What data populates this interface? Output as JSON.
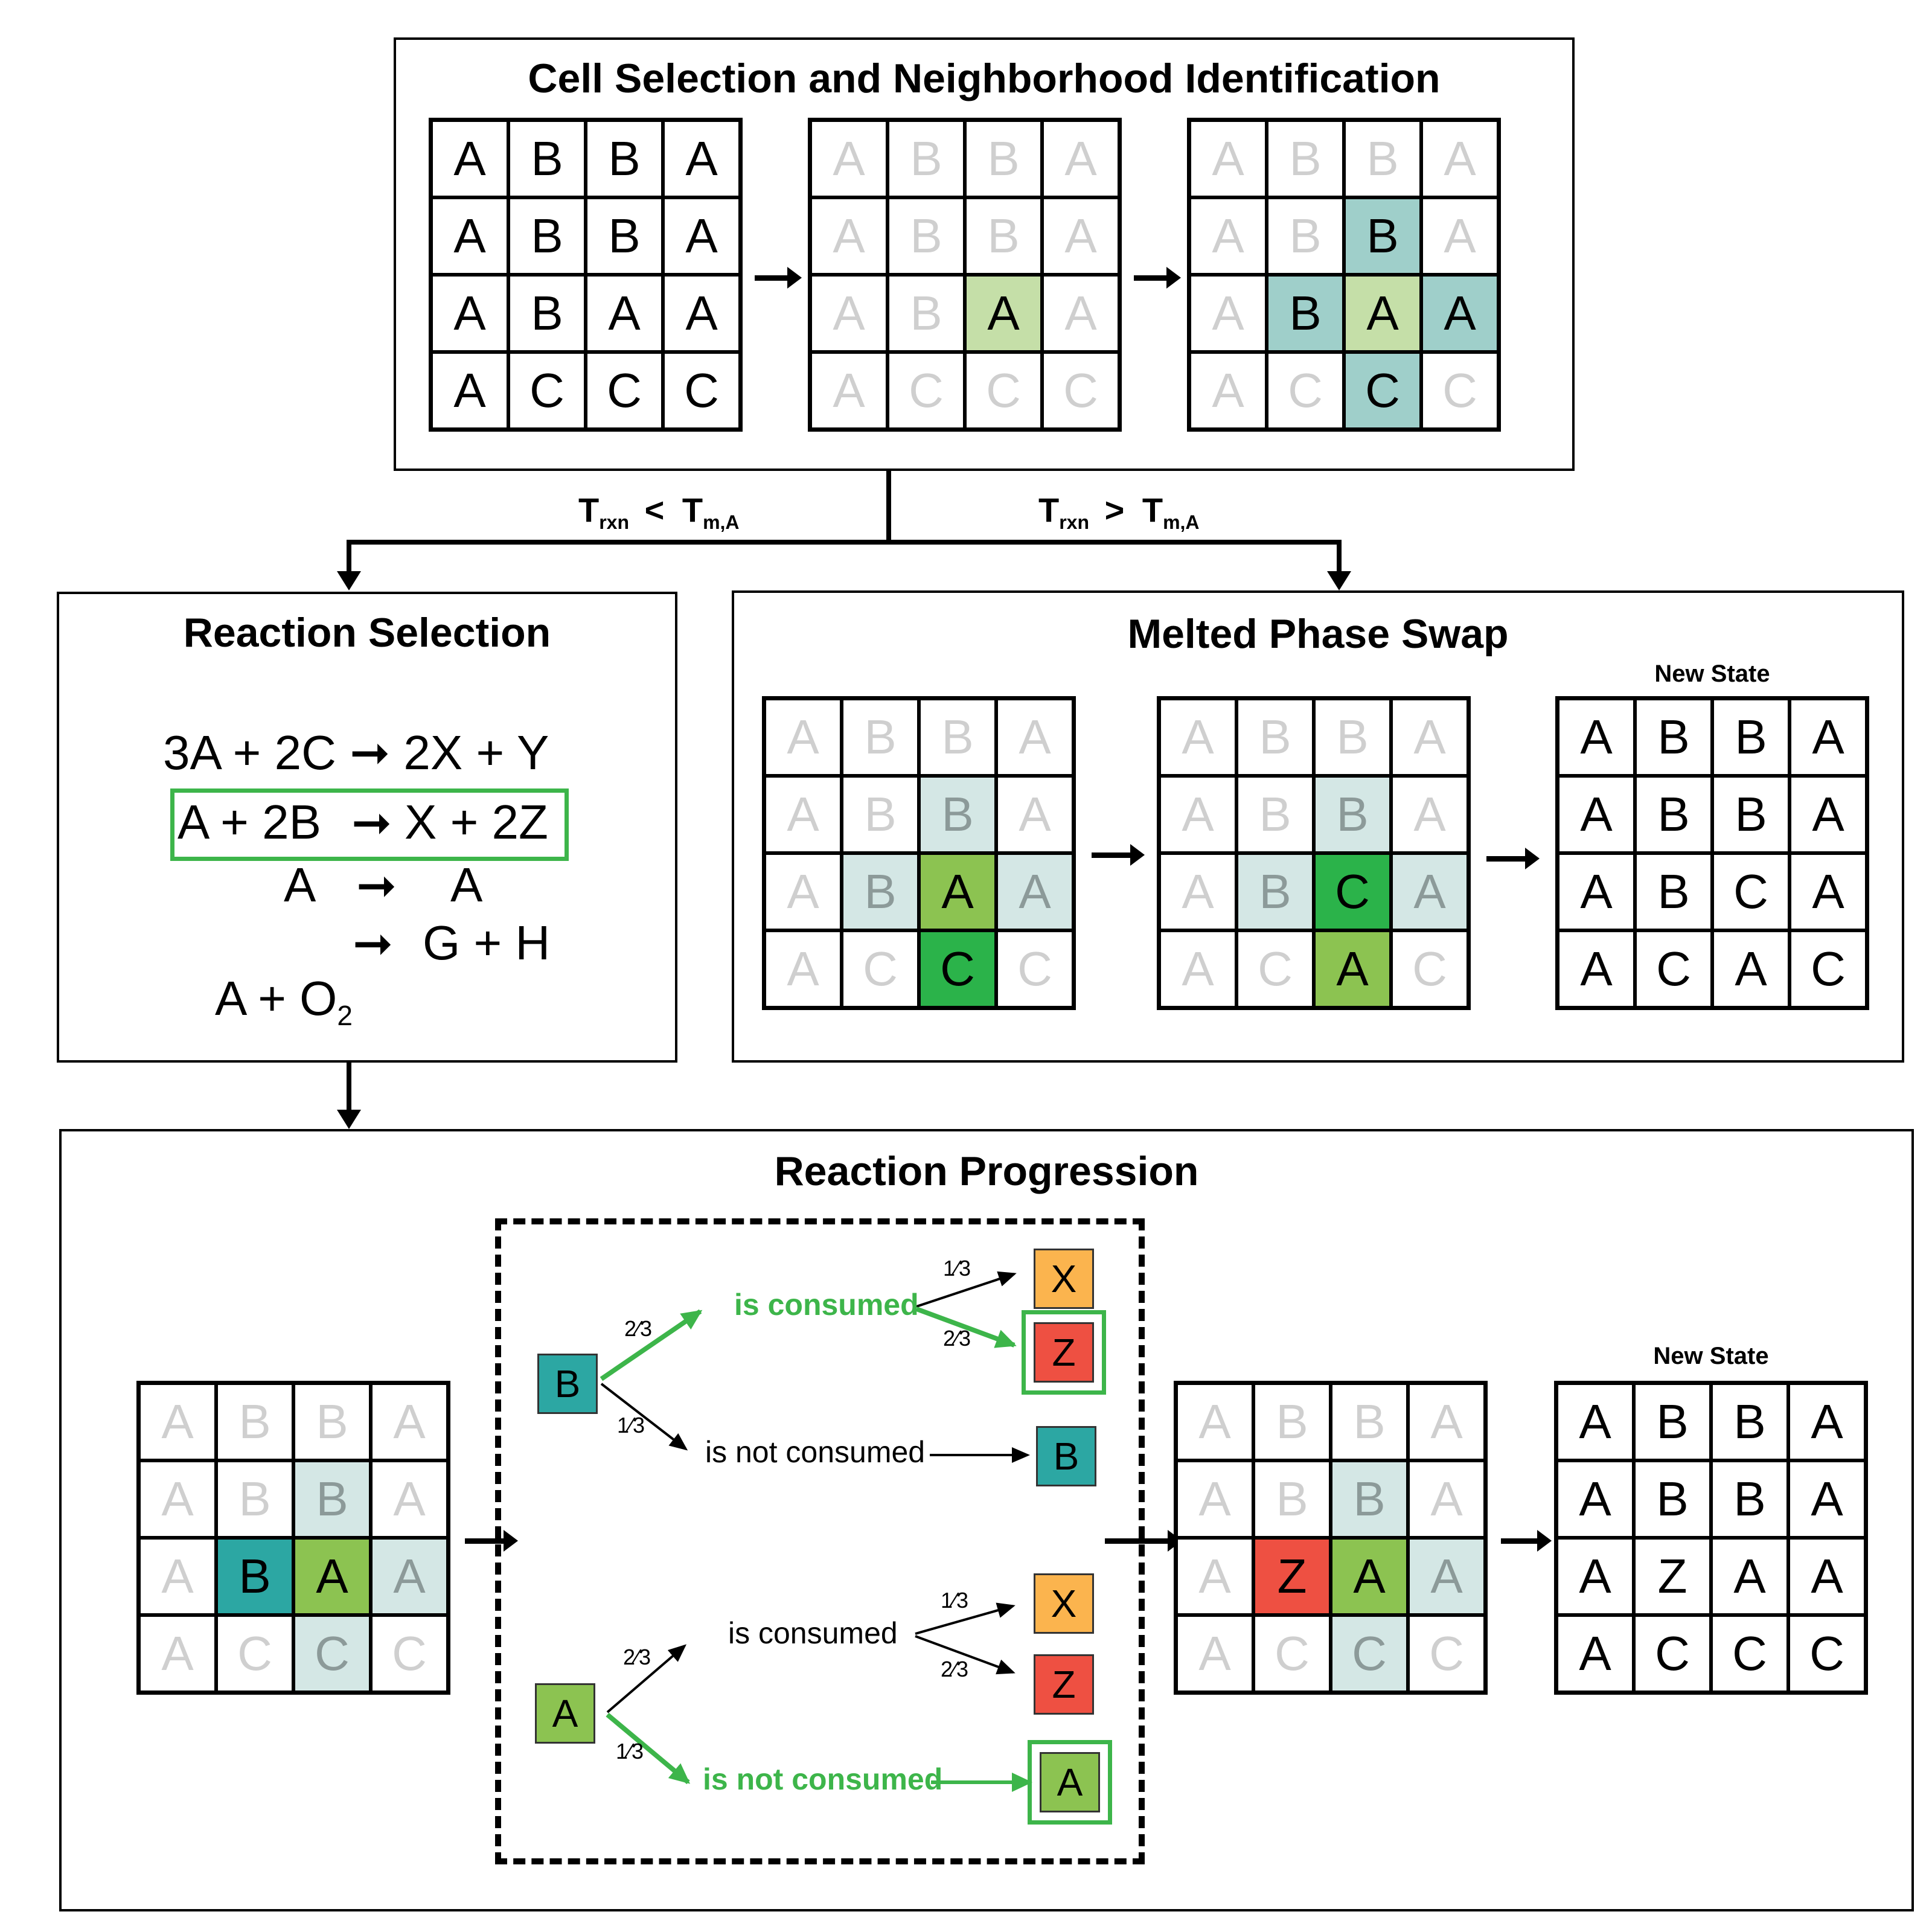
{
  "top_panel": {
    "title": "Cell Selection and Neighborhood Identification",
    "grid1": [
      "A",
      "B",
      "B",
      "A",
      "A",
      "B",
      "B",
      "A",
      "A",
      "B",
      "A",
      "A",
      "A",
      "C",
      "C",
      "C"
    ],
    "grid2": [
      "A",
      "B",
      "B",
      "A",
      "A",
      "B",
      "B",
      "A",
      "A",
      "B",
      "A",
      "A",
      "A",
      "C",
      "C",
      "C"
    ],
    "grid3": [
      "A",
      "B",
      "B",
      "A",
      "A",
      "B",
      "B",
      "A",
      "A",
      "B",
      "A",
      "A",
      "A",
      "C",
      "C",
      "C"
    ]
  },
  "branch": {
    "left_T": "T",
    "left_sub1": "rxn",
    "left_op": "<",
    "left_T2": "T",
    "left_sub2": "m,A",
    "right_T": "T",
    "right_sub1": "rxn",
    "right_op": ">",
    "right_T2": "T",
    "right_sub2": "m,A"
  },
  "reaction_selection": {
    "title": "Reaction Selection",
    "r1": "3A + 2C ➞ 2X + Y",
    "r2_left": "A + 2B",
    "r2_right": "X + 2Z",
    "r3_left": "A",
    "r3_right": "A",
    "r4_left": "A + O",
    "r4_sub": "2",
    "r4_right": "G + H"
  },
  "melted": {
    "title": "Melted Phase Swap",
    "new_state": "New State",
    "grid1": [
      "A",
      "B",
      "B",
      "A",
      "A",
      "B",
      "B",
      "A",
      "A",
      "B",
      "A",
      "A",
      "A",
      "C",
      "C",
      "C"
    ],
    "grid2": [
      "A",
      "B",
      "B",
      "A",
      "A",
      "B",
      "B",
      "A",
      "A",
      "B",
      "C",
      "A",
      "A",
      "C",
      "A",
      "C"
    ],
    "grid3": [
      "A",
      "B",
      "B",
      "A",
      "A",
      "B",
      "B",
      "A",
      "A",
      "B",
      "C",
      "A",
      "A",
      "C",
      "A",
      "C"
    ]
  },
  "progression": {
    "title": "Reaction Progression",
    "new_state": "New State",
    "grid_in": [
      "A",
      "B",
      "B",
      "A",
      "A",
      "B",
      "B",
      "A",
      "A",
      "B",
      "A",
      "A",
      "A",
      "C",
      "C",
      "C"
    ],
    "grid_mid": [
      "A",
      "B",
      "B",
      "A",
      "A",
      "B",
      "B",
      "A",
      "A",
      "Z",
      "A",
      "A",
      "A",
      "C",
      "C",
      "C"
    ],
    "grid_out": [
      "A",
      "B",
      "B",
      "A",
      "A",
      "B",
      "B",
      "A",
      "A",
      "Z",
      "A",
      "A",
      "A",
      "C",
      "C",
      "C"
    ],
    "b_node": "B",
    "a_node": "A",
    "b_consumed": "is consumed",
    "b_not_consumed": "is not consumed",
    "a_consumed": "is consumed",
    "a_not_consumed": "is not consumed",
    "frac_two_thirds": "2⁄3",
    "frac_one_third": "1⁄3",
    "out_x1": "X",
    "out_z1": "Z",
    "out_b": "B",
    "out_x2": "X",
    "out_z2": "Z",
    "out_a": "A"
  },
  "colors": {
    "teal": "#2ca7a3",
    "green_light": "#8cc351",
    "green_dark": "#2bb34a",
    "red": "#ee5042",
    "orange": "#fbb44e",
    "accent_green": "#3db54a"
  }
}
